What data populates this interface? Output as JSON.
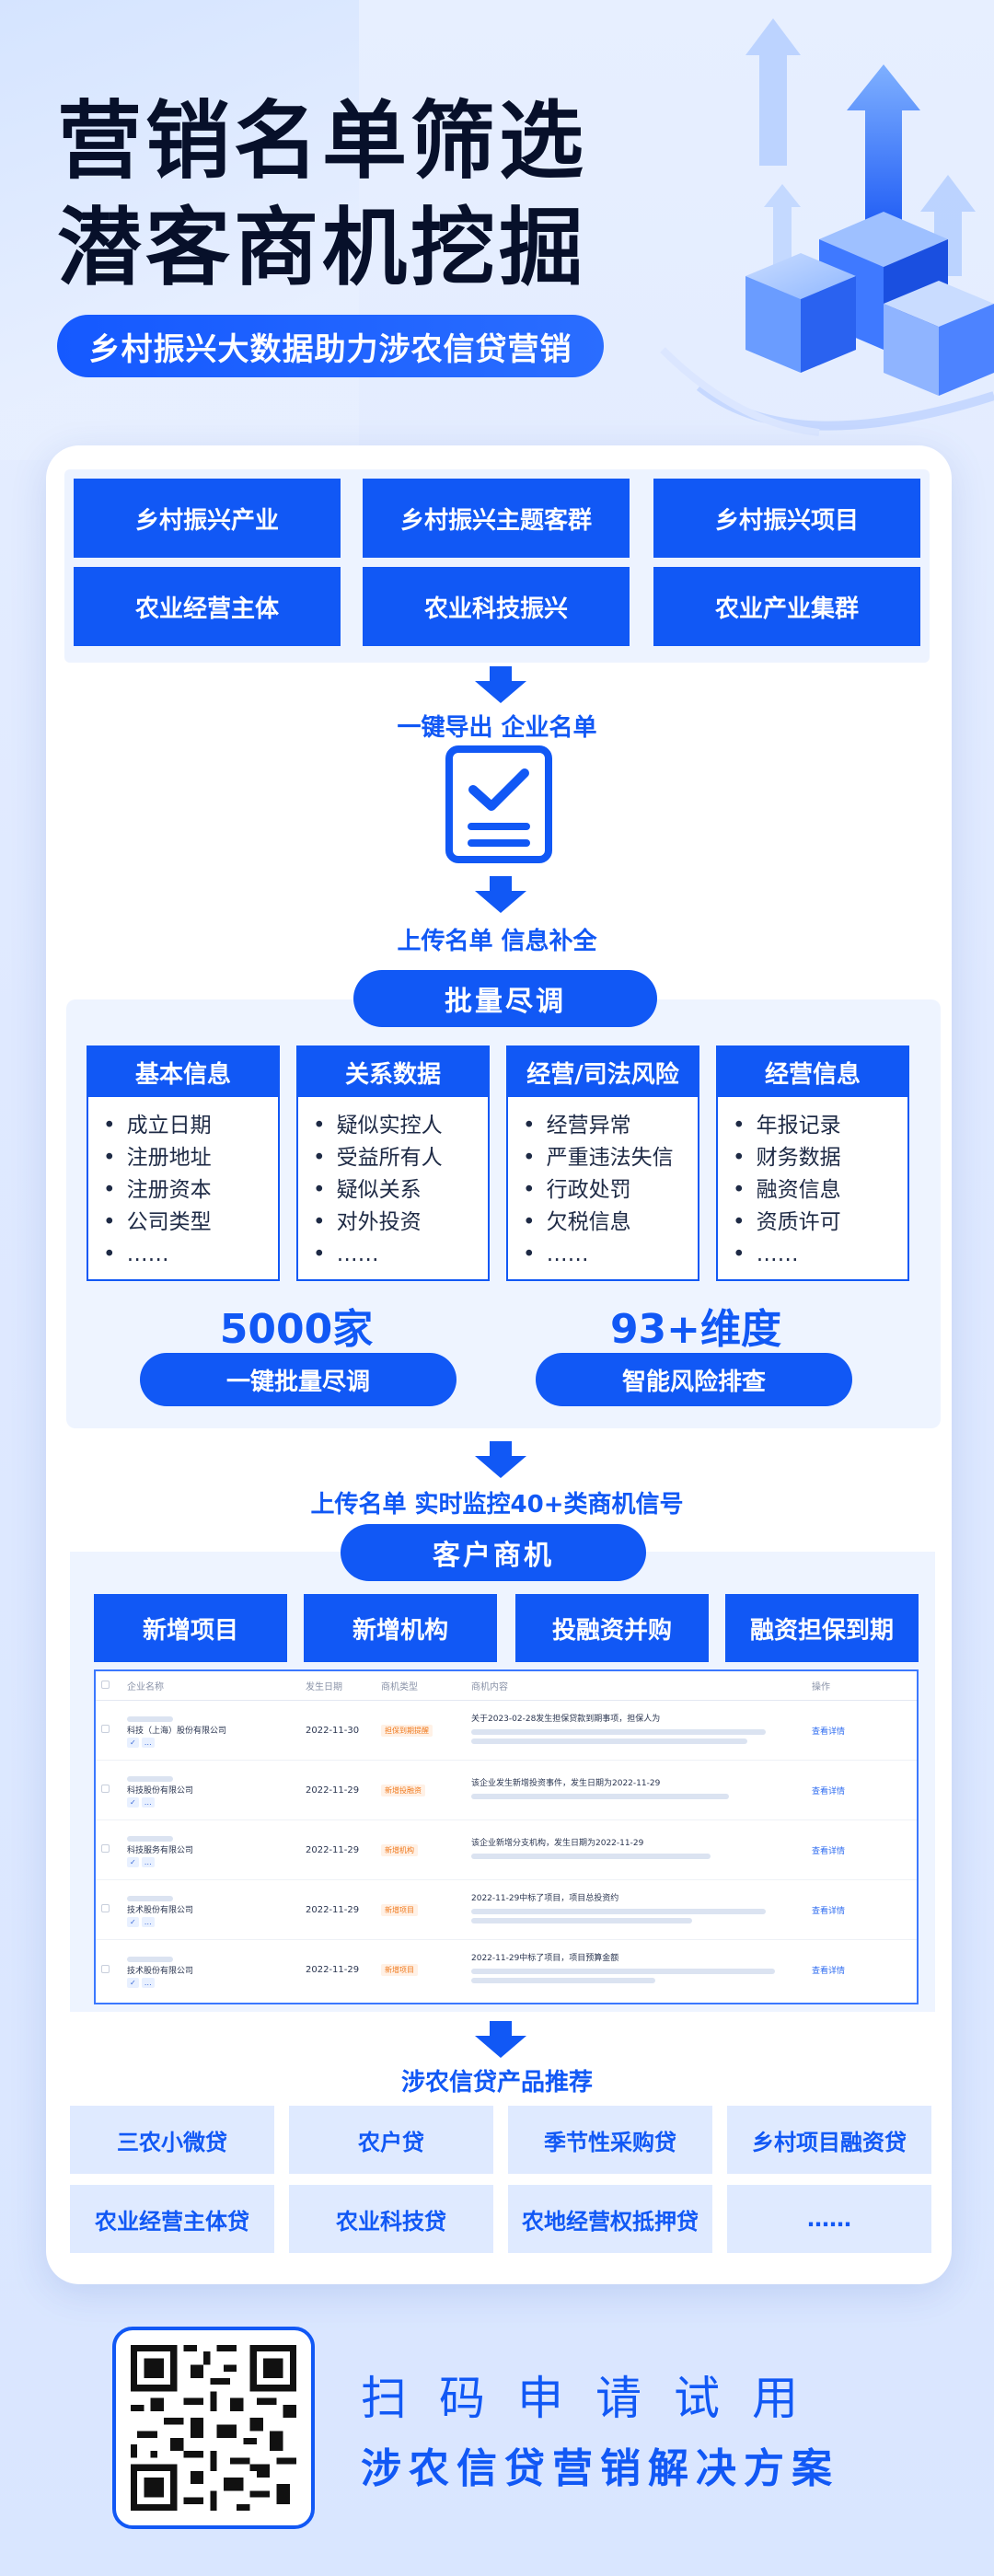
{
  "hero": {
    "title_line1": "营销名单筛选",
    "title_line2": "潜客商机挖掘",
    "subtitle": "乡村振兴大数据助力涉农信贷营销"
  },
  "themes": [
    "乡村振兴产业",
    "乡村振兴主题客群",
    "乡村振兴项目",
    "农业经营主体",
    "农业科技振兴",
    "农业产业集群"
  ],
  "steps": {
    "export": "一键导出 企业名单",
    "upload": "上传名单 信息补全",
    "monitor": "上传名单 实时监控40+类商机信号",
    "products_title": "涉农信贷产品推荐"
  },
  "due_diligence": {
    "title": "批量尽调",
    "columns": [
      {
        "header": "基本信息",
        "items": [
          "成立日期",
          "注册地址",
          "注册资本",
          "公司类型",
          "……"
        ]
      },
      {
        "header": "关系数据",
        "items": [
          "疑似实控人",
          "受益所有人",
          "疑似关系",
          "对外投资",
          "……"
        ]
      },
      {
        "header": "经营/司法风险",
        "items": [
          "经营异常",
          "严重违法失信",
          "行政处罚",
          "欠税信息",
          "……"
        ]
      },
      {
        "header": "经营信息",
        "items": [
          "年报记录",
          "财务数据",
          "融资信息",
          "资质许可",
          "……"
        ]
      }
    ],
    "stat1_value": "5000家",
    "stat1_label": "一键批量尽调",
    "stat2_value": "93+维度",
    "stat2_label": "智能风险排查"
  },
  "opportunity": {
    "title": "客户商机",
    "tabs": [
      "新增项目",
      "新增机构",
      "投融资并购",
      "融资担保到期"
    ],
    "table_headers": [
      "企业名称",
      "发生日期",
      "商机类型",
      "商机内容",
      "操作"
    ],
    "rows": [
      {
        "name": "科技（上海）股份有限公司",
        "date": "2022-11-30",
        "type": "担保到期提醒",
        "content": "关于2023-02-28发生担保贷款到期事项，担保人为",
        "op": "查看详情"
      },
      {
        "name": "科技股份有限公司",
        "date": "2022-11-29",
        "type": "新增投融资",
        "content": "该企业发生新增投资事件，发生日期为2022-11-29",
        "op": "查看详情"
      },
      {
        "name": "科技服务有限公司",
        "date": "2022-11-29",
        "type": "新增机构",
        "content": "该企业新增分支机构，发生日期为2022-11-29",
        "op": "查看详情"
      },
      {
        "name": "技术股份有限公司",
        "date": "2022-11-29",
        "type": "新增项目",
        "content": "2022-11-29中标了项目，项目总投资约",
        "op": "查看详情"
      },
      {
        "name": "技术股份有限公司",
        "date": "2022-11-29",
        "type": "新增项目",
        "content": "2022-11-29中标了项目，项目预算金额",
        "op": "查看详情"
      }
    ]
  },
  "products": [
    "三农小微贷",
    "农户贷",
    "季节性采购贷",
    "乡村项目融资贷",
    "农业经营主体贷",
    "农业科技贷",
    "农地经营权抵押贷",
    "……"
  ],
  "cta": {
    "line1": "扫码申请试用",
    "line2": "涉农信贷营销解决方案"
  },
  "colors": {
    "primary": "#1158f5",
    "accent": "#f07a1e"
  }
}
